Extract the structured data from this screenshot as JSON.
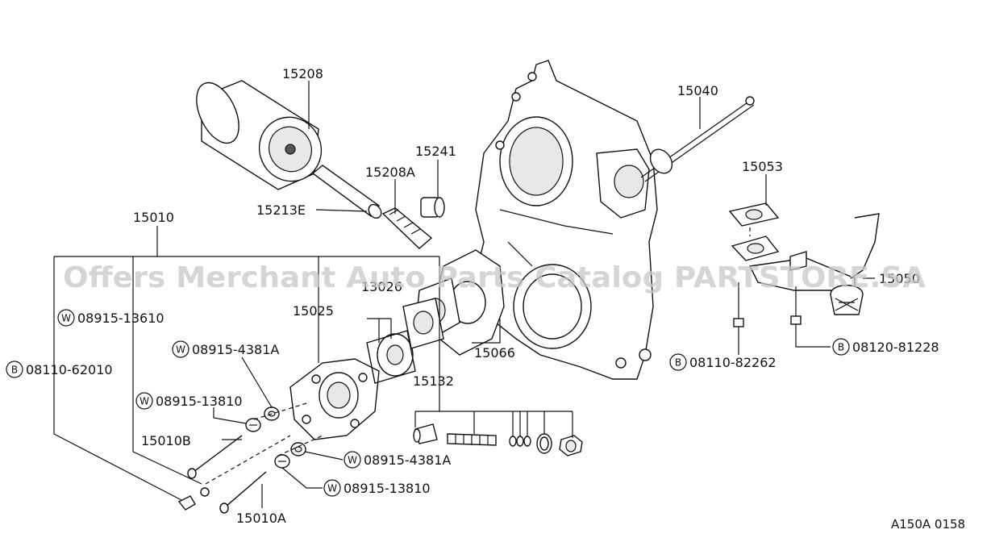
{
  "watermark": "Offers Merchant Auto Parts Catalog PARTSTORE.SA",
  "diagram_id": "A150A 0158",
  "part_numbers": {
    "filter": "15208",
    "connector": "15213E",
    "relief_valve": "15208A",
    "plug": "15241",
    "dipstick": "15040",
    "pump_assembly": "15010",
    "pump_body": "15025",
    "gears": "13026",
    "cover_gasket": "15066",
    "regulator_kit": "15132",
    "strainer_gasket": "15053",
    "strainer": "15050",
    "stud_b": "15010B",
    "stud_a": "15010A"
  },
  "washers": {
    "w1": {
      "mark": "W",
      "number": "08915-13610"
    },
    "w2": {
      "mark": "W",
      "number": "08915-4381A"
    },
    "w3": {
      "mark": "W",
      "number": "08915-13810"
    },
    "w4": {
      "mark": "W",
      "number": "08915-4381A"
    },
    "w5": {
      "mark": "W",
      "number": "08915-13810"
    }
  },
  "bolts": {
    "b1": {
      "mark": "B",
      "number": "08110-62010"
    },
    "b2": {
      "mark": "B",
      "number": "08110-82262"
    },
    "b3": {
      "mark": "B",
      "number": "08120-81228"
    }
  }
}
